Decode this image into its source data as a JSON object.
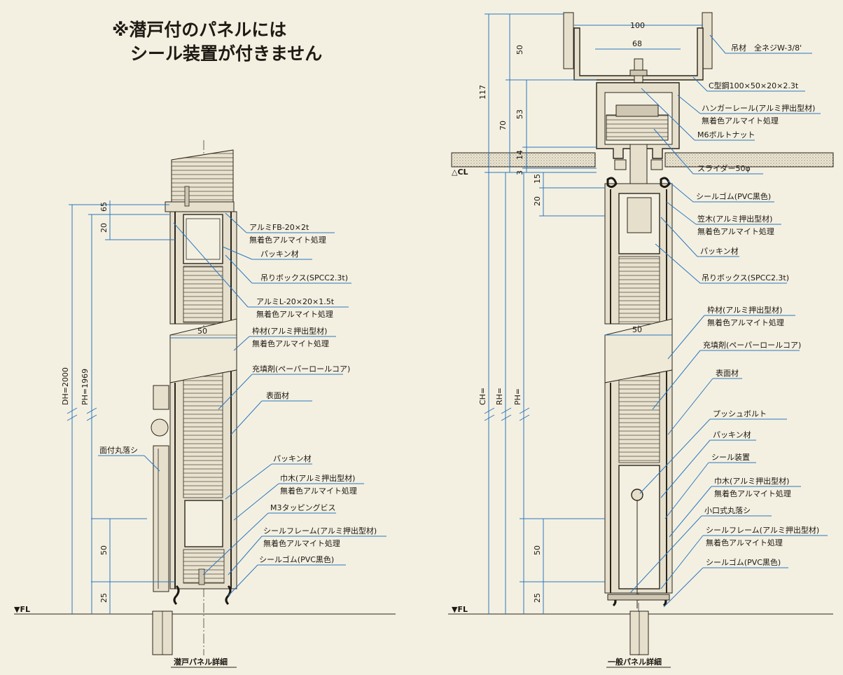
{
  "note": {
    "line1": "※潜戸付のパネルには",
    "line2": "シール装置が付きません"
  },
  "left": {
    "caption": "潜戸パネル詳細",
    "dims": {
      "d65": "65",
      "d20": "20",
      "dh": "DH=2000",
      "ph": "PH=1969",
      "w50": "50",
      "d50": "50",
      "d25": "25"
    },
    "fl": "▼FL",
    "labels": [
      "アルミFB-20×2t",
      "無着色アルマイト処理",
      "パッキン材",
      "吊りボックス(SPCC2.3t)",
      "アルミL-20×20×1.5t",
      "無着色アルマイト処理",
      "枠材(アルミ押出型材)",
      "無着色アルマイト処理",
      "充填剤(ペーパーロールコア)",
      "表面材",
      "面付丸落シ",
      "パッキン材",
      "巾木(アルミ押出型材)",
      "無着色アルマイト処理",
      "M3タッピングビス",
      "シールフレーム(アルミ押出型材)",
      "無着色アルマイト処理",
      "シールゴム(PVC黒色)"
    ]
  },
  "right": {
    "caption": "一般パネル詳細",
    "dims": {
      "d50": "50",
      "d117": "117",
      "d70": "70",
      "d53": "53",
      "d14": "14",
      "d3": "3",
      "d15": "15",
      "d20": "20",
      "w100": "100",
      "w68": "68",
      "w50": "50",
      "ch": "CH=",
      "rh": "RH=",
      "ph": "PH=",
      "b50": "50",
      "b25": "25"
    },
    "cl": "△CL",
    "fl": "▼FL",
    "labels": [
      "吊材　全ネジW-3/8'",
      "C型鋼100×50×20×2.3t",
      "ハンガーレール(アルミ押出型材)",
      "無着色アルマイト処理",
      "M6ボルトナット",
      "スライダー50φ",
      "シールゴム(PVC黒色)",
      "笠木(アルミ押出型材)",
      "無着色アルマイト処理",
      "パッキン材",
      "吊りボックス(SPCC2.3t)",
      "枠材(アルミ押出型材)",
      "無着色アルマイト処理",
      "充填剤(ペーパーロールコア)",
      "表面材",
      "プッシュボルト",
      "パッキン材",
      "シール装置",
      "巾木(アルミ押出型材)",
      "無着色アルマイト処理",
      "小口式丸落シ",
      "シールフレーム(アルミ押出型材)",
      "無着色アルマイト処理",
      "シールゴム(PVC黒色)"
    ]
  },
  "colors": {
    "background": "#f4f0e1",
    "dimension": "#2a78c0",
    "ink": "#2a241c",
    "panel": "#e6dfcc"
  }
}
